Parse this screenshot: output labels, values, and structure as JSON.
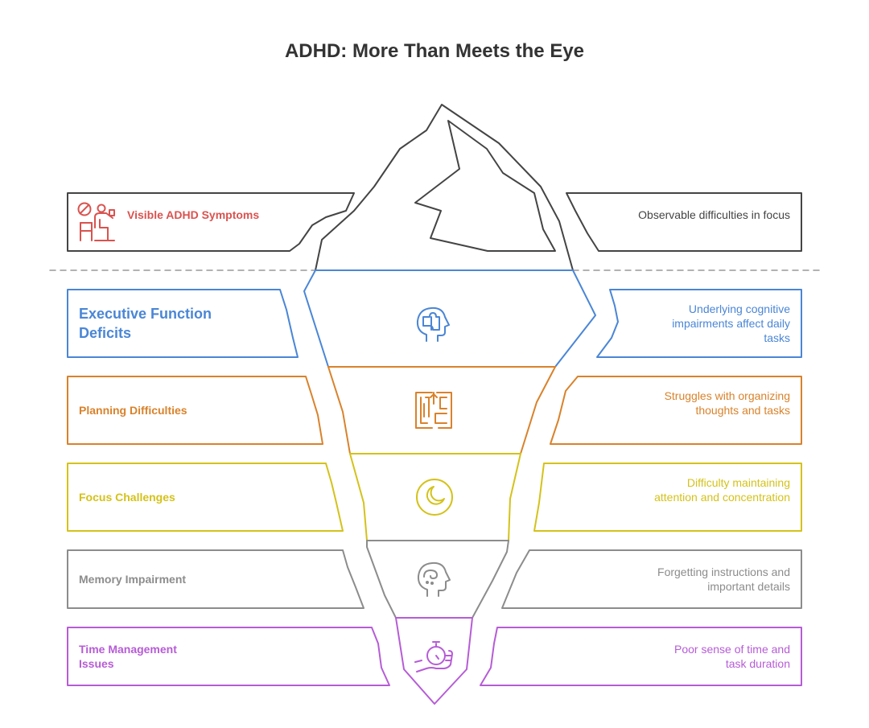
{
  "title": "ADHD: More Than Meets the Eye",
  "colors": {
    "outline": "#444444",
    "visible": "#d9534f",
    "executive": "#4a86d6",
    "planning": "#d9822b",
    "focus": "#d4c21a",
    "memory": "#8c8c8c",
    "time": "#b65cd6",
    "divider": "#999999"
  },
  "layers": [
    {
      "key": "visible",
      "label": "Visible ADHD Symptoms",
      "description": "Observable difficulties in focus",
      "icon": "person-desk-icon"
    },
    {
      "key": "executive",
      "label": "Executive Function Deficits",
      "description": "Underlying cognitive impairments affect daily tasks",
      "icon": "puzzle-head-icon"
    },
    {
      "key": "planning",
      "label": "Planning Difficulties",
      "description": "Struggles with organizing thoughts and tasks",
      "icon": "maze-icon"
    },
    {
      "key": "focus",
      "label": "Focus Challenges",
      "description": "Difficulty maintaining attention and concentration",
      "icon": "moon-icon"
    },
    {
      "key": "memory",
      "label": "Memory Impairment",
      "description": "Forgetting instructions and important details",
      "icon": "memory-head-icon"
    },
    {
      "key": "time",
      "label": "Time Management Issues",
      "description": "Poor sense of time and task duration",
      "icon": "stopwatch-hand-icon"
    }
  ]
}
